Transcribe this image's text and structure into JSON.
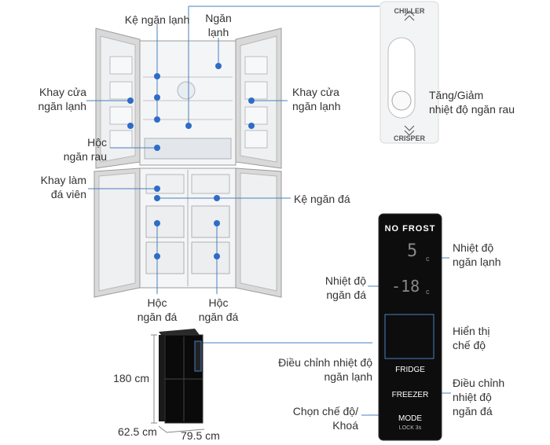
{
  "labels": {
    "ke_ngan_lanh": "Kệ ngăn lạnh",
    "ngan_lanh_1": "Ngăn",
    "ngan_lanh_2": "lạnh",
    "khay_cua_left_1": "Khay cửa",
    "khay_cua_left_2": "ngăn lạnh",
    "khay_cua_right_1": "Khay cửa",
    "khay_cua_right_2": "ngăn lạnh",
    "hoc_ngan_rau_1": "Hộc",
    "hoc_ngan_rau_2": "ngăn rau",
    "khay_lam_da_1": "Khay làm",
    "khay_lam_da_2": "đá viên",
    "ke_ngan_da": "Kệ ngăn đá",
    "hoc_da_left_1": "Hộc",
    "hoc_da_left_2": "ngăn đá",
    "hoc_da_right_1": "Hộc",
    "hoc_da_right_2": "ngăn đá",
    "tang_giam_1": "Tăng/Giảm",
    "tang_giam_2": "nhiệt độ ngăn rau",
    "nhiet_do_ngan_lanh_1": "Nhiệt độ",
    "nhiet_do_ngan_lanh_2": "ngăn lạnh",
    "nhiet_do_ngan_da_1": "Nhiệt độ",
    "nhiet_do_ngan_da_2": "ngăn đá",
    "hien_thi_1": "Hiển thị",
    "hien_thi_2": "chế độ",
    "dieu_chinh_lanh_1": "Điều chỉnh nhiệt độ",
    "dieu_chinh_lanh_2": "ngăn lạnh",
    "dieu_chinh_da_1": "Điều chỉnh",
    "dieu_chinh_da_2": "nhiệt độ",
    "dieu_chinh_da_3": "ngăn đá",
    "chon_che_do_1": "Chọn chế độ/",
    "chon_che_do_2": "Khoá"
  },
  "crisper_slider": {
    "top_label": "CHILLER",
    "bottom_label": "CRISPER"
  },
  "control_panel": {
    "brand": "NO FROST",
    "fridge_temp": "5",
    "fridge_unit": "c",
    "freezer_temp": "-18",
    "freezer_unit": "c",
    "fridge_button": "FRIDGE",
    "freezer_button": "FREEZER",
    "mode_button": "MODE",
    "lock_hint": "LOCK 3s"
  },
  "dimensions": {
    "height": "180 cm",
    "depth": "62.5 cm",
    "width": "79.5 cm"
  },
  "colors": {
    "callout_line": "#4a7fc0",
    "dot": "#2e6cc7",
    "panel_bg": "#0d0d0d"
  }
}
